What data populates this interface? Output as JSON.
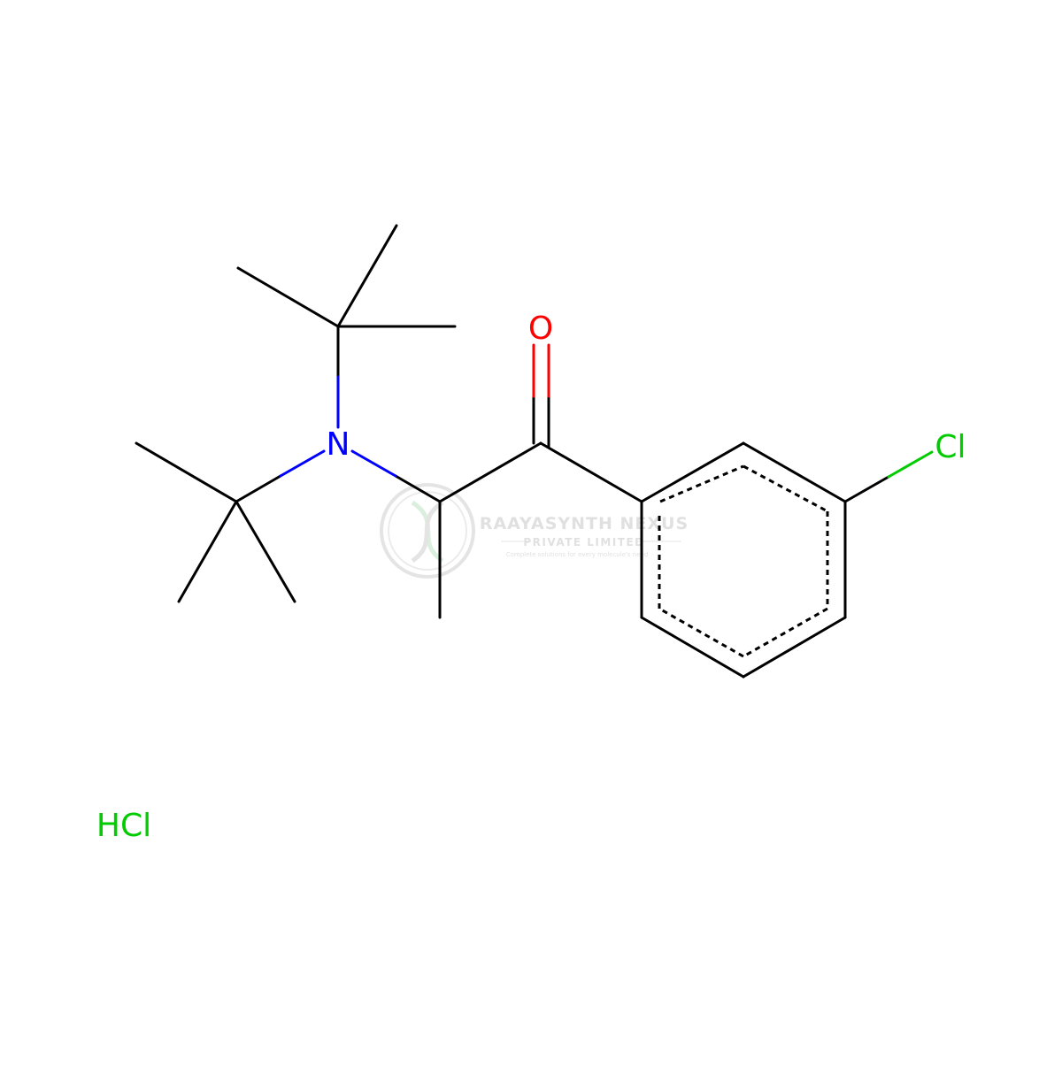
{
  "molecule": {
    "atom_labels": {
      "oxygen": "O",
      "nitrogen": "N",
      "chlorine": "Cl",
      "salt": "HCl"
    },
    "colors": {
      "bond": "#000000",
      "oxygen": "#ff0000",
      "nitrogen": "#0000ff",
      "chlorine": "#00cc00",
      "salt": "#00cc00"
    }
  },
  "watermark": {
    "company": "RAAYASYNTH NEXUS",
    "subtitle": "PRIVATE LIMITED",
    "tagline": "Complete solutions for every molecule's need",
    "color": "#c8c8c8"
  }
}
